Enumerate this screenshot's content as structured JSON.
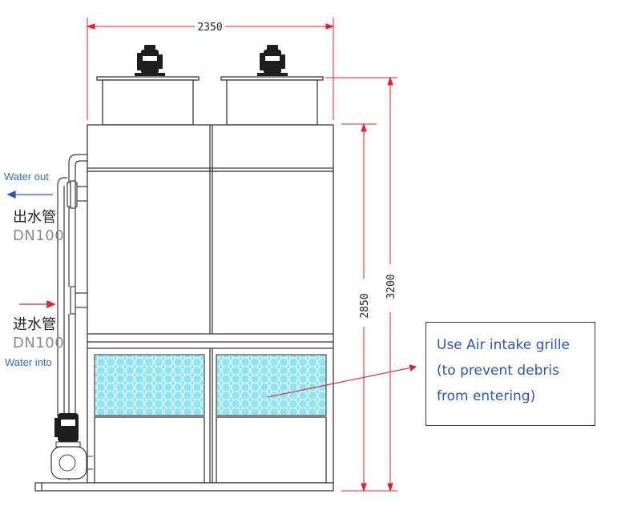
{
  "dimensions": {
    "width_label": "2350",
    "height_total_label": "3200",
    "height_body_label": "2850"
  },
  "outlet": {
    "label_en": "Water out",
    "label_cn": "出水管",
    "size": "DN100"
  },
  "inlet": {
    "label_cn": "进水管",
    "size": "DN100",
    "label_en": "Water into"
  },
  "callout": {
    "line1": "Use Air intake grille",
    "line2": "(to prevent debris",
    "line3": "from entering)"
  },
  "colors": {
    "dimension": "#e0202a",
    "outline": "#3a3a3a",
    "grille": "#7fe0f0",
    "arrow_blue": "#2f56b4",
    "callout_text": "#2f56b4"
  }
}
